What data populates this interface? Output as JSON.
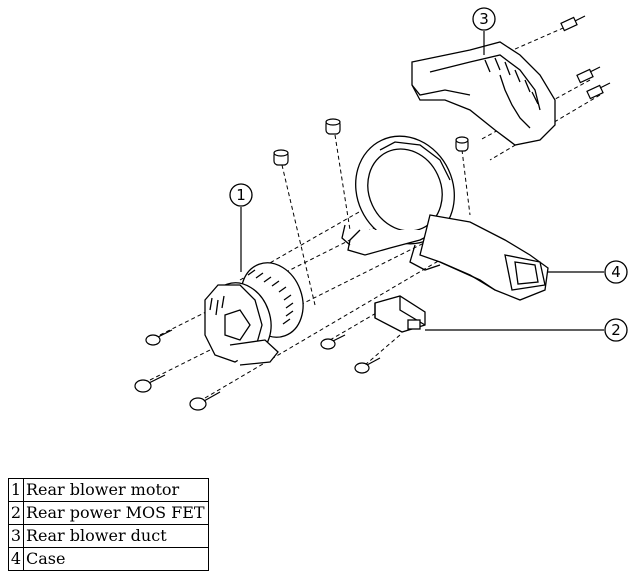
{
  "callouts": [
    {
      "number": "1"
    },
    {
      "number": "2"
    },
    {
      "number": "3"
    },
    {
      "number": "4"
    }
  ],
  "legend": {
    "rows": [
      {
        "number": "1",
        "name": "Rear blower motor"
      },
      {
        "number": "2",
        "name": "Rear power MOS FET"
      },
      {
        "number": "3",
        "name": "Rear blower duct"
      },
      {
        "number": "4",
        "name": "Case"
      }
    ]
  }
}
